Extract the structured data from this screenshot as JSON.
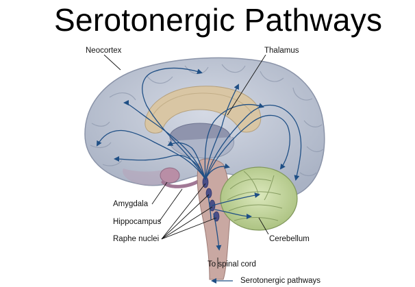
{
  "title": "Serotonergic Pathways",
  "labels": {
    "neocortex": "Neocortex",
    "thalamus": "Thalamus",
    "amygdala": "Amygdala",
    "hippocampus": "Hippocampus",
    "raphe_nuclei": "Raphe nuclei",
    "cerebellum": "Cerebellum",
    "spinal_cord": "To spinal cord"
  },
  "legend": {
    "label": "Serotonergic pathways",
    "arrow_color": "#1f4f85"
  },
  "colors": {
    "pathway": "#1f4f85",
    "cortex": "#b9c1d1",
    "cortex_edge": "#8a93a8",
    "white_matter": "#d9c6a4",
    "cerebellum": "#c7d9a0",
    "brainstem": "#c9a8a2",
    "raphe": "#4a4f88",
    "ventricle": "#8f94ad"
  }
}
